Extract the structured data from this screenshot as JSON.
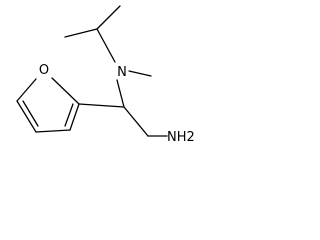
{
  "molecule": {
    "atoms": {
      "nitrogen_amine": "N",
      "oxygen_furan": "O",
      "amino_group": "NH2"
    }
  }
}
